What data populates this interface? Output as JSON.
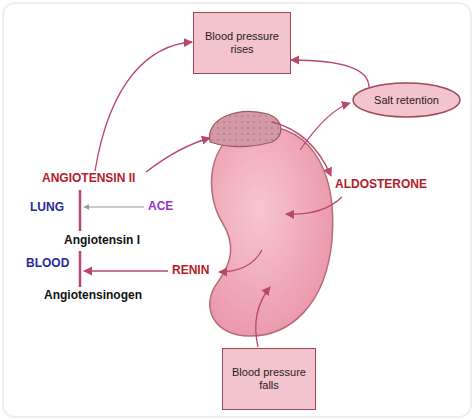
{
  "diagram": {
    "nodes": [
      {
        "text": [
          "Blood pressure rises"
        ]
      },
      {
        "text": [
          "Salt retention"
        ]
      },
      {
        "text": [
          "Blood pressure falls"
        ]
      }
    ],
    "edges": [
      {
        "from": 1,
        "to": 0,
        "arrow": "to"
      }
    ],
    "labels": [
      "ANGIOTENSIN II",
      "LUNG",
      "ACE",
      "Angiotensin I",
      "BLOOD",
      "RENIN",
      "Angiotensinogen",
      "ALDOSTERONE"
    ]
  }
}
